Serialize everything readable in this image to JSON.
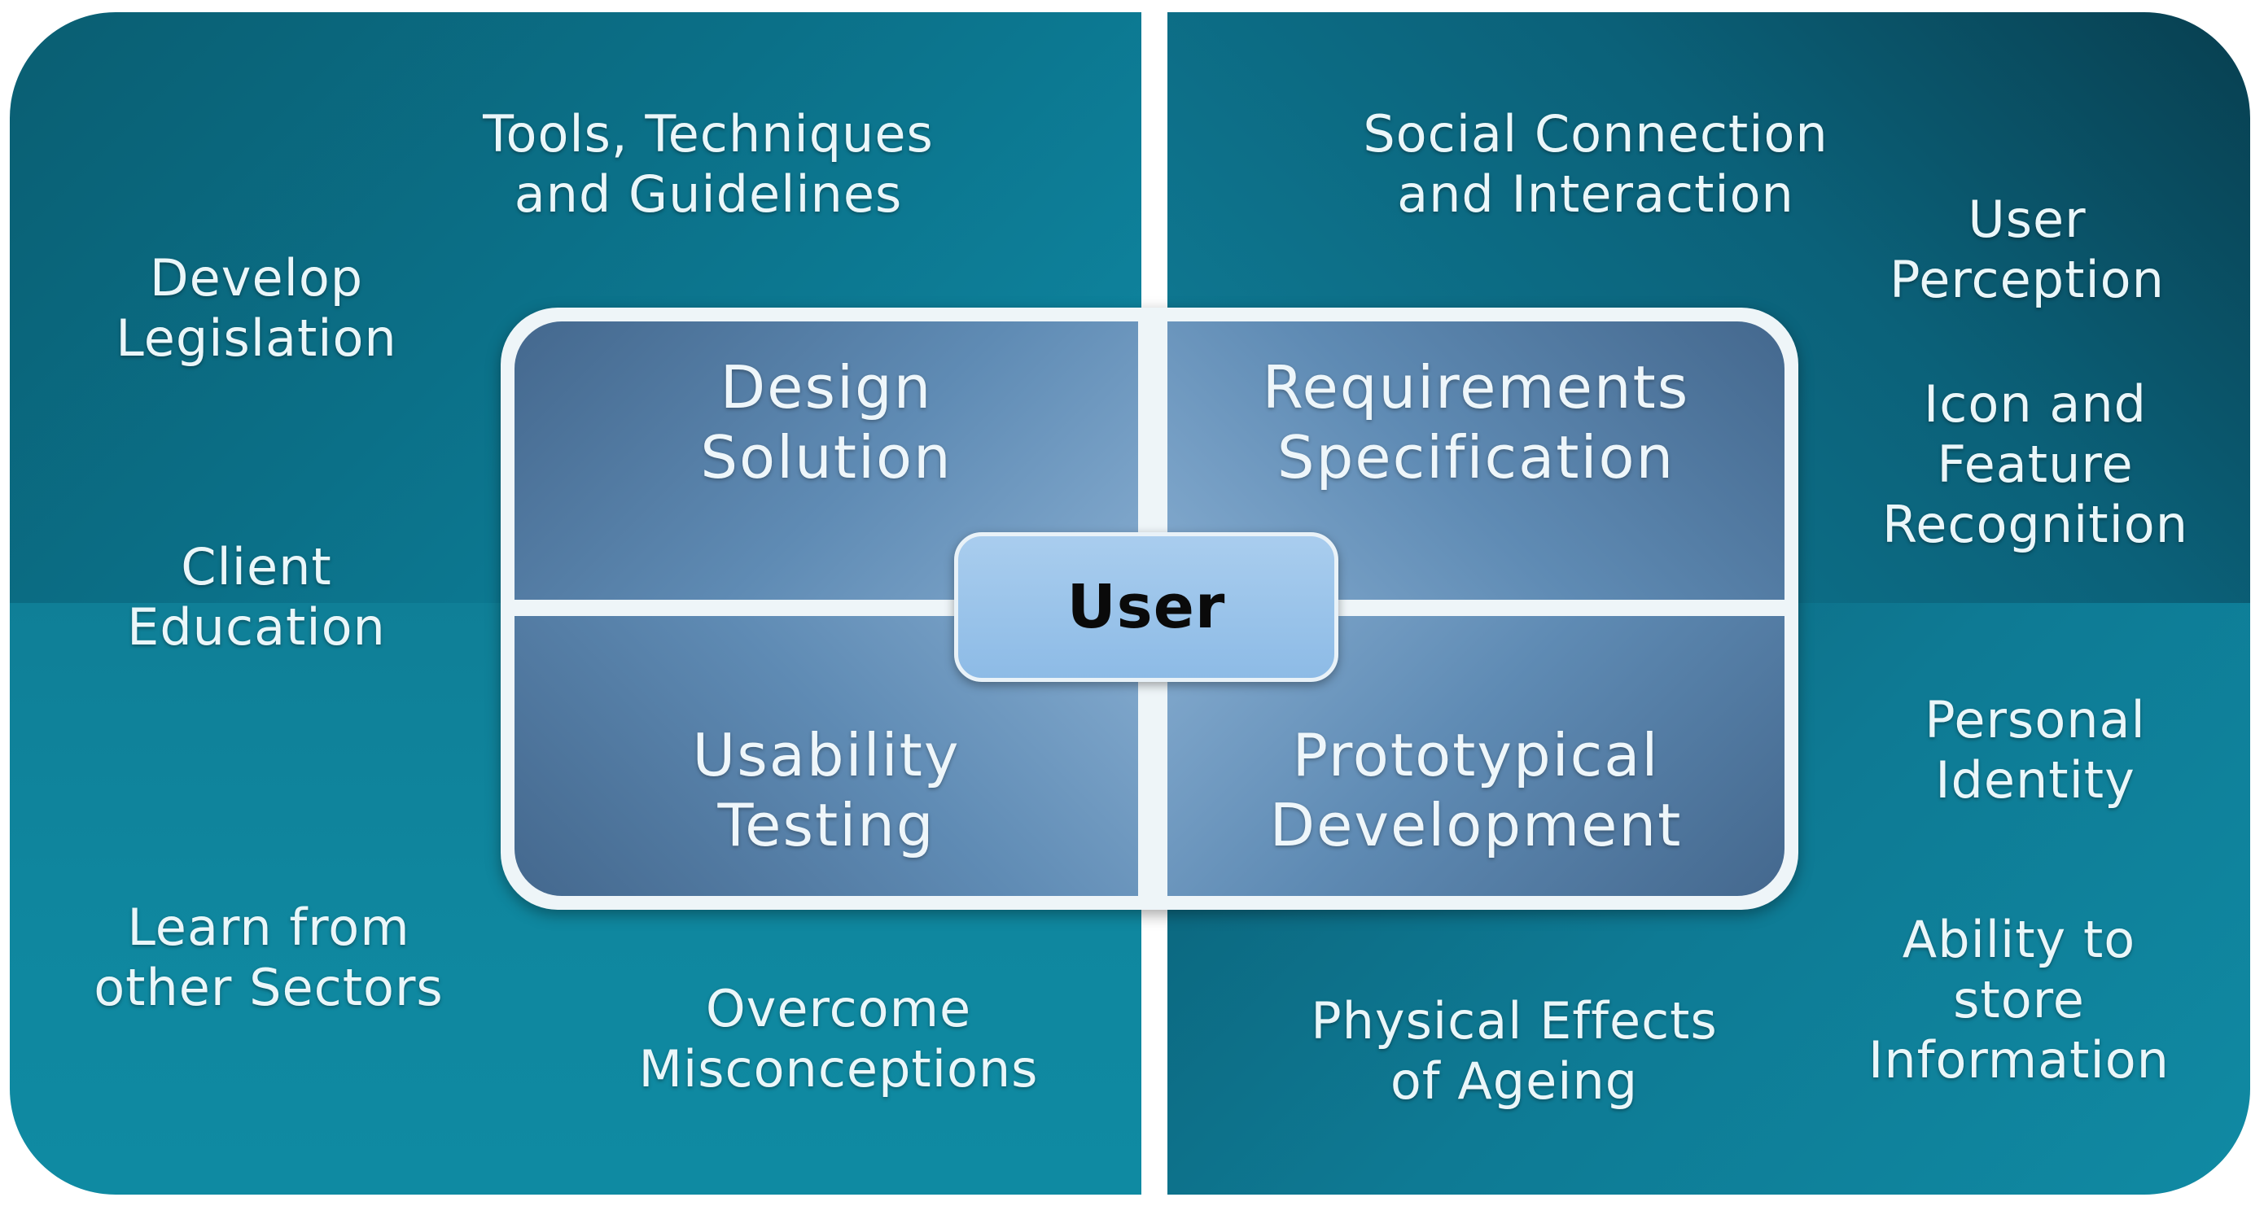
{
  "center": {
    "label": "User"
  },
  "inner": {
    "top_left": "Design\nSolution",
    "top_right": "Requirements\nSpecification",
    "bottom_left": "Usability\nTesting",
    "bottom_right": "Prototypical\nDevelopment"
  },
  "outer": {
    "tools": "Tools, Techniques\nand Guidelines",
    "legislation": "Develop\nLegislation",
    "client_education": "Client\nEducation",
    "learn_sectors": "Learn from\nother Sectors",
    "misconceptions": "Overcome\nMisconceptions",
    "social": "Social Connection\nand Interaction",
    "perception": "User\nPerception",
    "icon_feature": "Icon and\nFeature\nRecognition",
    "identity": "Personal\nIdentity",
    "store_info": "Ability to\nstore\nInformation",
    "ageing": "Physical Effects\nof Ageing"
  },
  "colors": {
    "outer_teal": "#0b7088",
    "outer_dark": "#083f50",
    "inner_blue": "#5f8bb4",
    "center_badge": "#9dc6ea",
    "divider": "#ffffff"
  }
}
